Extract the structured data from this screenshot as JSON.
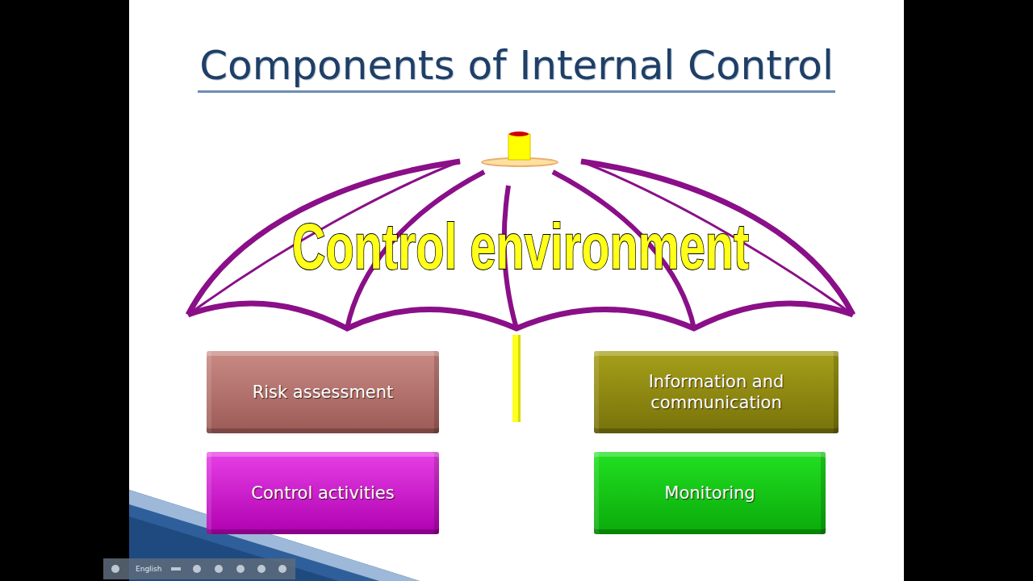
{
  "diagram": {
    "title": "Components of Internal Control",
    "nodes": [
      {
        "text": [
          "Control environment"
        ]
      },
      {
        "text": [
          "Risk assessment"
        ]
      },
      {
        "text": [
          "Information and communication"
        ]
      },
      {
        "text": [
          "Control activities"
        ]
      },
      {
        "text": [
          "Monitoring"
        ]
      }
    ],
    "labels": [
      "English"
    ]
  }
}
